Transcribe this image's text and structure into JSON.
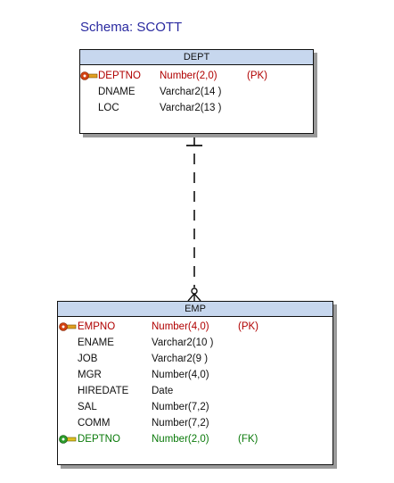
{
  "schema_label": "Schema: SCOTT",
  "colors": {
    "pk": "#b00000",
    "fk": "#0a7a0a",
    "header_bg": "#c7d7ee",
    "title": "#2a2aa0"
  },
  "dept": {
    "name": "DEPT",
    "columns": [
      {
        "name": "DEPTNO",
        "type": "Number(2,0)",
        "key": "(PK)",
        "icon": "primary-key-icon"
      },
      {
        "name": "DNAME",
        "type": "Varchar2(14 )",
        "key": ""
      },
      {
        "name": "LOC",
        "type": "Varchar2(13 )",
        "key": ""
      }
    ]
  },
  "emp": {
    "name": "EMP",
    "columns": [
      {
        "name": "EMPNO",
        "type": "Number(4,0)",
        "key": "(PK)",
        "icon": "primary-key-icon"
      },
      {
        "name": "ENAME",
        "type": "Varchar2(10 )",
        "key": ""
      },
      {
        "name": "JOB",
        "type": "Varchar2(9 )",
        "key": ""
      },
      {
        "name": "MGR",
        "type": "Number(4,0)",
        "key": ""
      },
      {
        "name": "HIREDATE",
        "type": "Date",
        "key": ""
      },
      {
        "name": "SAL",
        "type": "Number(7,2)",
        "key": ""
      },
      {
        "name": "COMM",
        "type": "Number(7,2)",
        "key": ""
      },
      {
        "name": "DEPTNO",
        "type": "Number(2,0)",
        "key": "(FK)",
        "icon": "foreign-key-icon"
      }
    ]
  },
  "relationship": {
    "from": "DEPT",
    "to": "EMP",
    "from_cardinality": "one",
    "to_cardinality": "zero-or-many",
    "line_style": "dashed"
  }
}
